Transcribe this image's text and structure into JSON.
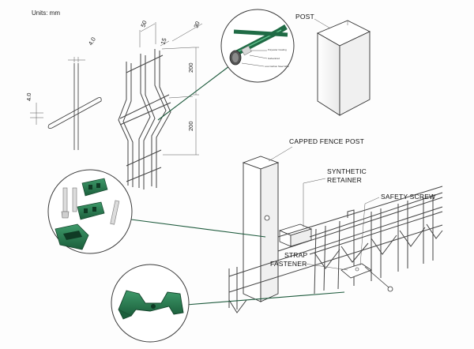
{
  "units_label": "Units: mm",
  "dimensions": {
    "wire_vertical": "4.0",
    "wire_horizontal": "4.0",
    "mesh_width": "50",
    "bend_depth": "30",
    "bend_width": "15",
    "height_upper": "200",
    "height_lower": "200"
  },
  "callouts": {
    "post": "POST",
    "capped_fence_post": "CAPPED FENCE POST",
    "synthetic_retainer_line1": "SYNTHETIC",
    "synthetic_retainer_line2": "RETAINER",
    "safety_screw": "SAFETY SCREW",
    "strap_fastener_line1": "STRAP",
    "strap_fastener_line2": "FASTENER"
  },
  "wire_detail_notes": [
    "Polyester Coating",
    "Galvanized",
    "Low Carbon Steel Wire"
  ],
  "colors": {
    "accent_green": "#1f6b45",
    "leader_green": "#1d5a3c",
    "line": "#333333"
  }
}
